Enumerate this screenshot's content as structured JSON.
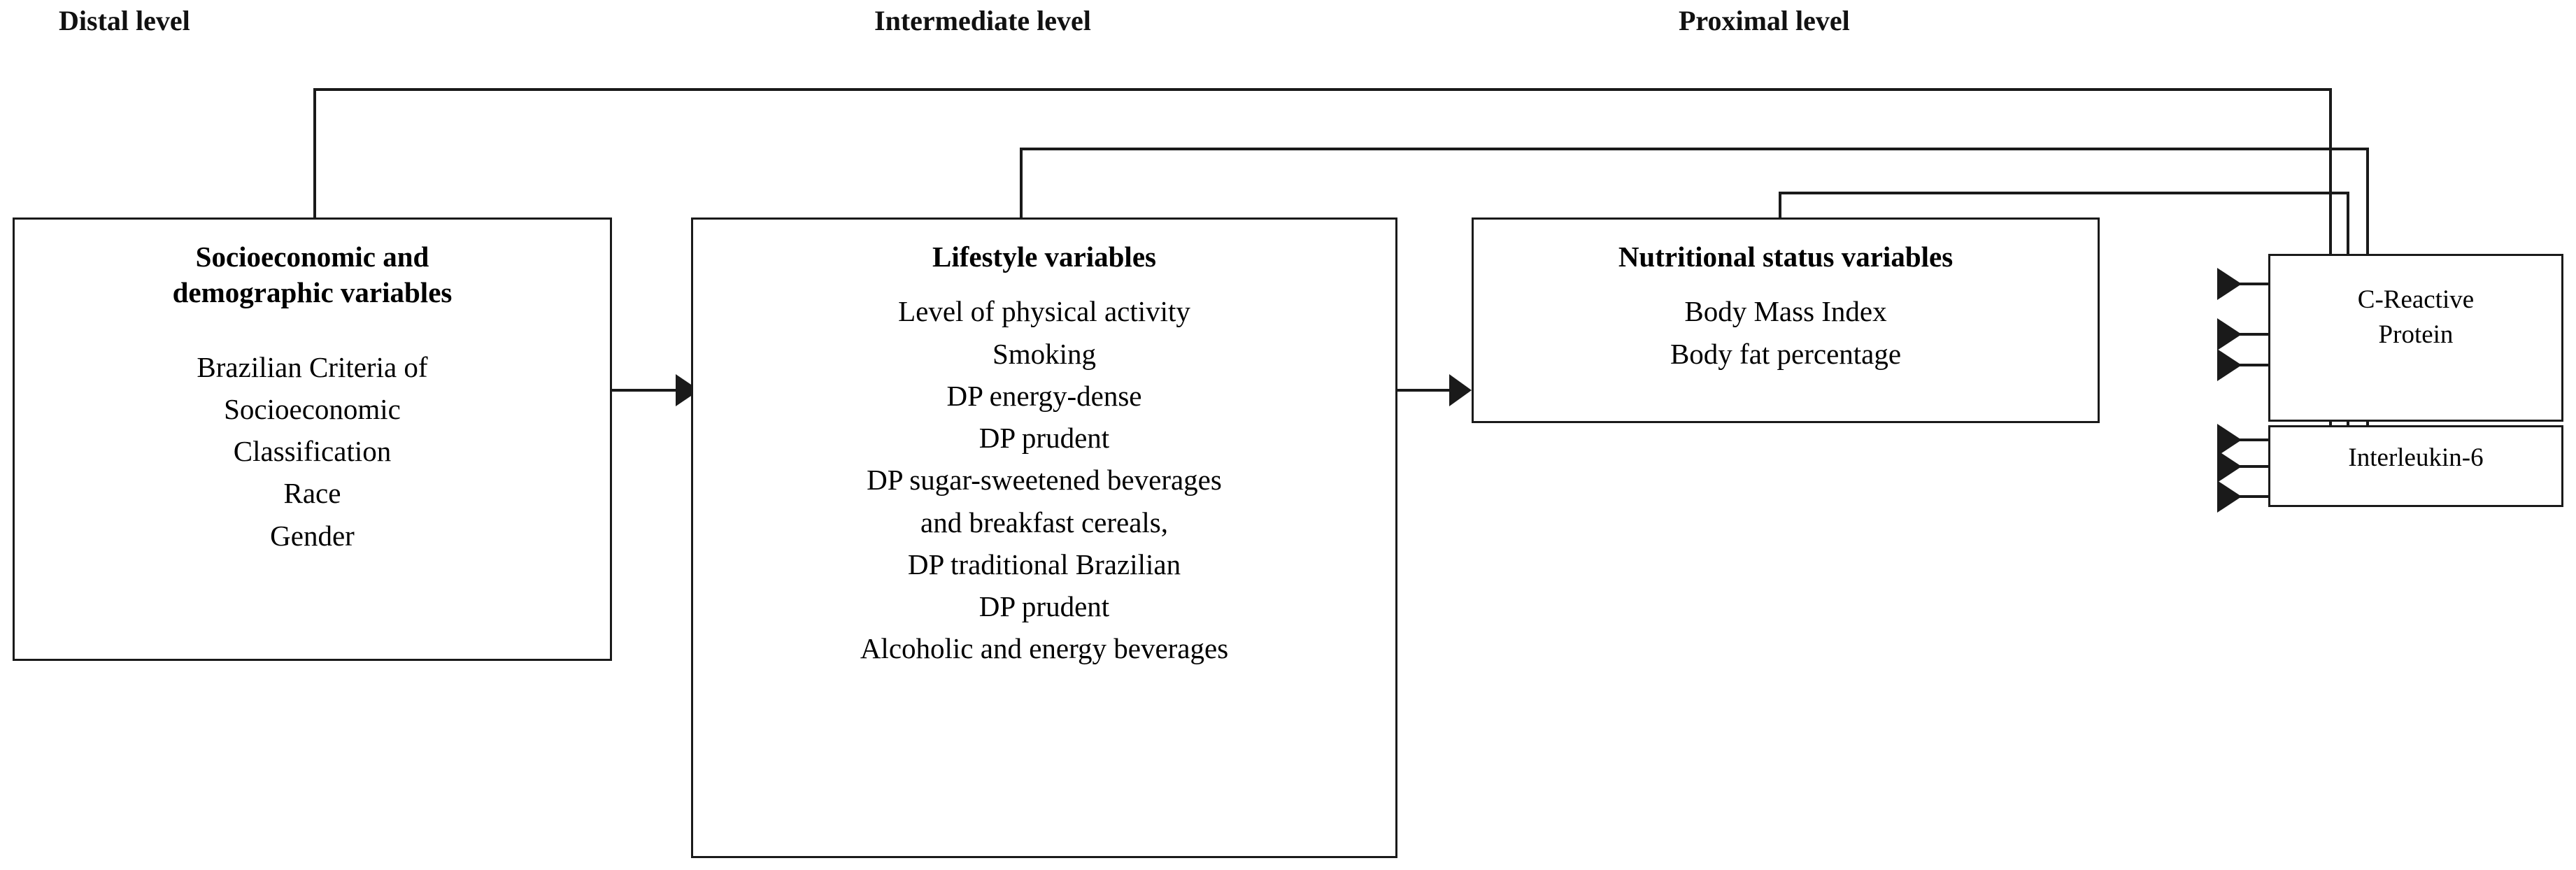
{
  "diagram": {
    "title_levels": [
      {
        "id": "distal",
        "label": "Distal level"
      },
      {
        "id": "intermediate",
        "label": "Intermediate level"
      },
      {
        "id": "proximal",
        "label": "Proximal level"
      }
    ],
    "nodes": [
      {
        "id": "socioeconomic",
        "title": "Socioeconomic and\ndemographic variables",
        "items": "Brazilian Criteria of\nSocioeconomic\nClassification\nRace\nGender"
      },
      {
        "id": "lifestyle",
        "title": "Lifestyle variables",
        "items": "Level of physical activity\nSmoking\nDP energy-dense\nDP prudent\nDP sugar-sweetened beverages\nand breakfast cereals,\nDP traditional Brazilian\nDP prudent\nAlcoholic and energy beverages"
      },
      {
        "id": "nutritional",
        "title": "Nutritional status variables",
        "items": "Body Mass Index\nBody fat percentage"
      }
    ],
    "outcomes": [
      {
        "id": "crp",
        "label": "C-Reactive\nProtein"
      },
      {
        "id": "il6",
        "label": "Interleukin-6"
      }
    ],
    "colors": {
      "stroke": "#1a1a1a",
      "background": "#ffffff",
      "text": "#000000"
    }
  }
}
